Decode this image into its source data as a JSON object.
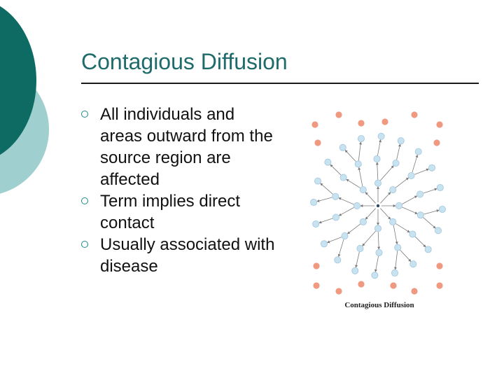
{
  "slide": {
    "title": "Contagious Diffusion",
    "bullets": [
      "All individuals and areas outward from the source region are affected",
      "Term implies direct contact",
      "Usually associated with disease"
    ]
  },
  "figure": {
    "caption": "Contagious Diffusion",
    "colors": {
      "node": "#c8e2f0",
      "node_stroke": "#9fc7df",
      "unaffected": "#ef9a80",
      "source": "#2c4a66",
      "arrow": "#7a7a7a"
    }
  },
  "theme": {
    "accent_dark": "#0e6b64",
    "accent_light": "#9fd0cf",
    "title_color": "#1f6b6b"
  }
}
